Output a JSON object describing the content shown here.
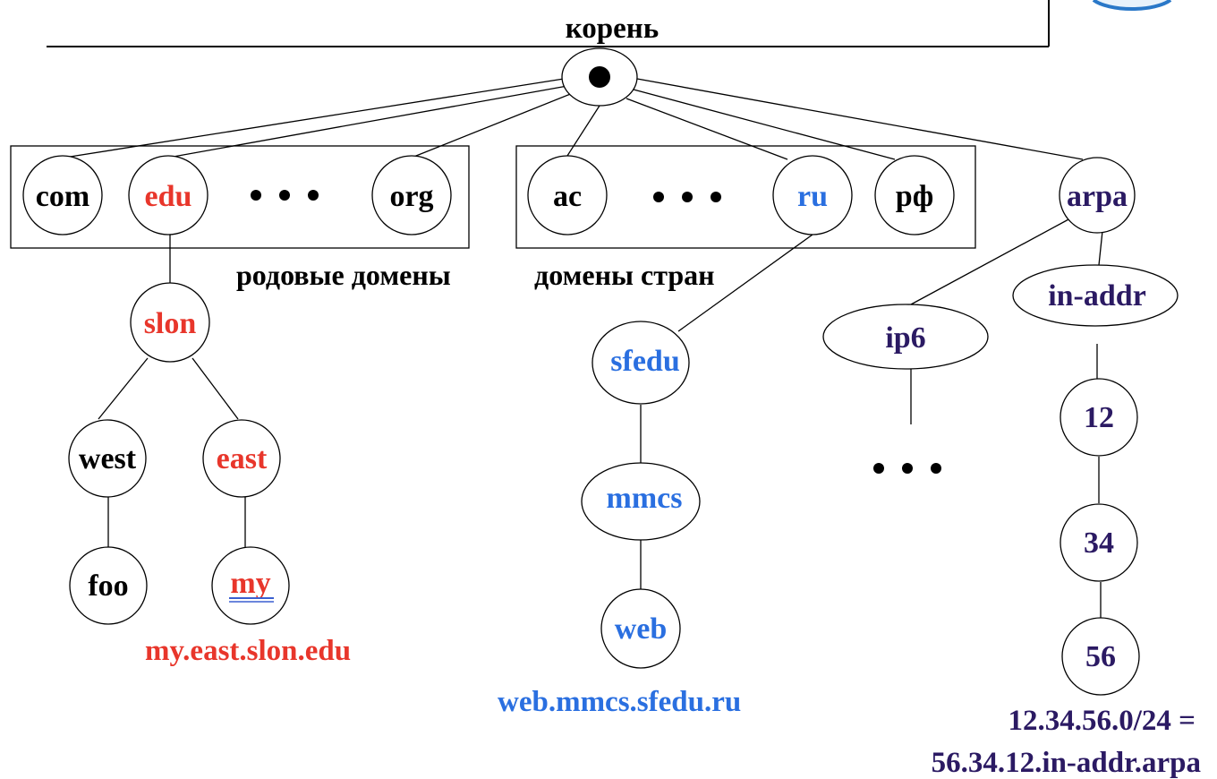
{
  "colors": {
    "black": "#000000",
    "red": "#e8362b",
    "blue": "#2a6fe0",
    "purple": "#2b1a63",
    "line": "#000000"
  },
  "root": {
    "label": "корень"
  },
  "groups": {
    "generic": "родовые домены",
    "countries": "домены стран"
  },
  "nodes": {
    "com": "com",
    "edu": "edu",
    "org": "org",
    "ac": "ac",
    "ru": "ru",
    "rf": "рф",
    "arpa": "arpa",
    "slon": "slon",
    "west": "west",
    "east": "east",
    "foo": "foo",
    "my": "my",
    "sfedu": "sfedu",
    "mmcs": "mmcs",
    "web": "web",
    "ip6": "ip6",
    "in_addr": "in-addr",
    "n12": "12",
    "n34": "34",
    "n56": "56"
  },
  "captions": {
    "edu_example": "my.east.slon.edu",
    "ru_example": "web.mmcs.sfedu.ru",
    "arpa_example_1": "12.34.56.0/24 =",
    "arpa_example_2": "56.34.12.in-addr.arpa"
  }
}
